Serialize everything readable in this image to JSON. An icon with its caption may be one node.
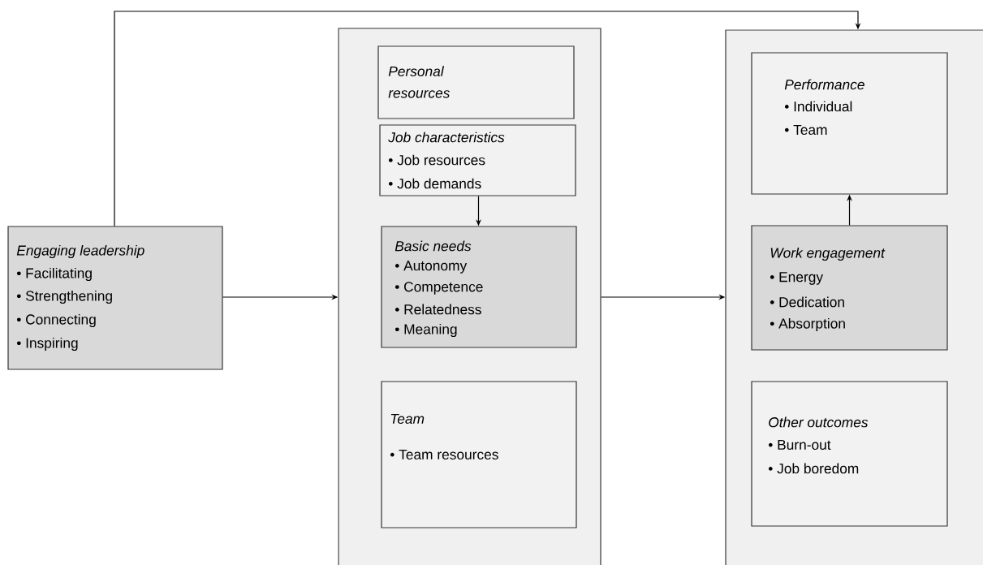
{
  "diagram": {
    "nodes": [
      {
        "text": [
          "Engaging leadership",
          "•   Facilitating",
          "•   Strengthening",
          "•   Connecting",
          "•   Inspiring"
        ]
      },
      {
        "text": [],
        "shape": "box"
      },
      {
        "text": [
          "Personal resources"
        ],
        "in": 1
      },
      {
        "text": [
          "Job characteristics",
          "• Job resources",
          "• Job demands"
        ],
        "in": 1
      },
      {
        "text": [
          "Basic needs",
          "• Autonomy",
          "• Competence",
          "• Relatedness",
          "• Meaning"
        ],
        "in": 1
      },
      {
        "text": [
          "Team",
          "• Team resources"
        ],
        "in": 1
      },
      {
        "text": [],
        "shape": "box"
      },
      {
        "text": [
          "Performance",
          "• Individual",
          "• Team"
        ],
        "in": 6
      },
      {
        "text": [
          "Work engagement",
          "•  Energy",
          "•  Dedication",
          "•  Absorption"
        ],
        "in": 6
      },
      {
        "text": [
          "Other outcomes",
          "• Burn-out",
          "• Job boredom"
        ],
        "in": 6
      }
    ],
    "edges": [
      {
        "from": 0,
        "to": 6,
        "arrow": "to"
      },
      {
        "from": 0,
        "to": 1,
        "arrow": "to"
      },
      {
        "from": 3,
        "to": 4,
        "arrow": "to"
      },
      {
        "from": 1,
        "to": 6,
        "arrow": "to"
      },
      {
        "from": 8,
        "to": 7,
        "arrow": "to"
      }
    ]
  }
}
